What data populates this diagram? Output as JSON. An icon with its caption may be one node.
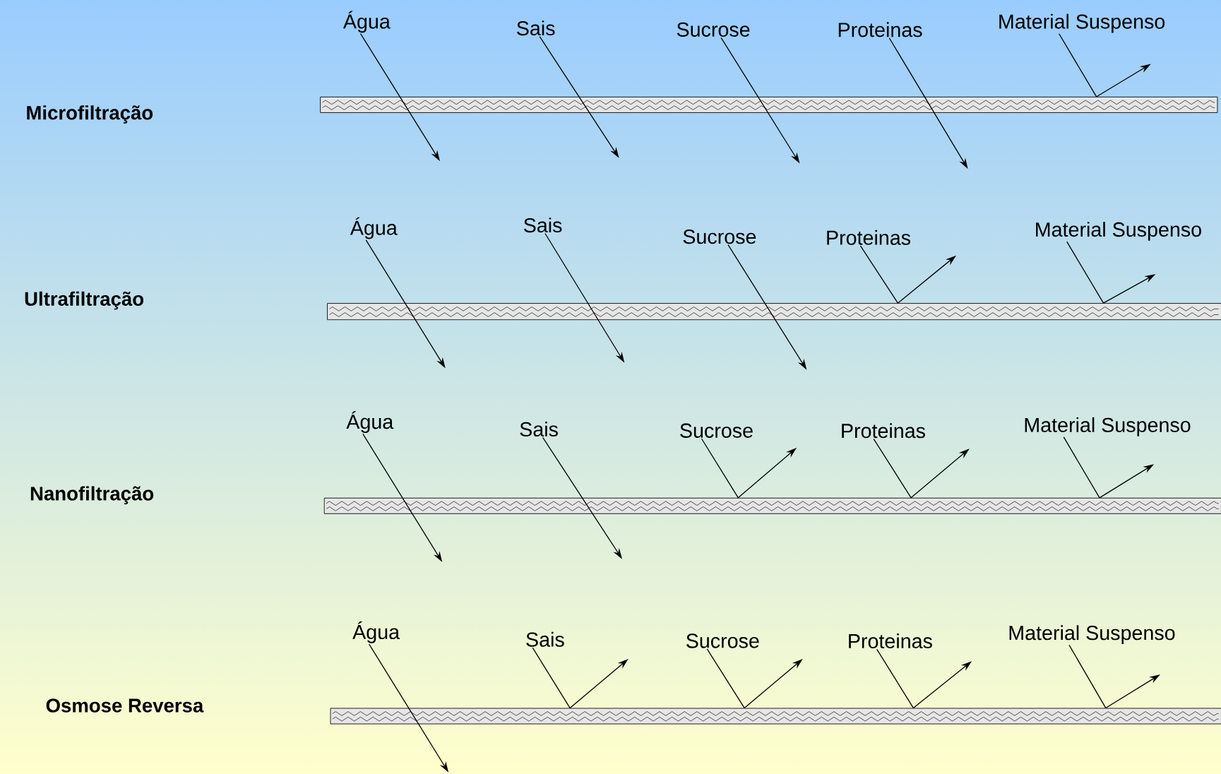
{
  "diagram": {
    "nodes": [
      {
        "text": [
          "Água"
        ]
      },
      {
        "text": [
          "Sais"
        ]
      },
      {
        "text": [
          "Sucrose"
        ]
      },
      {
        "text": [
          "Proteinas"
        ]
      },
      {
        "text": [
          "Material Suspenso"
        ]
      },
      {
        "text": [],
        "shape": "bar"
      },
      {
        "text": [
          "Água"
        ]
      },
      {
        "text": [
          "Sais"
        ]
      },
      {
        "text": [
          "Sucrose"
        ]
      },
      {
        "text": [
          "Proteinas"
        ]
      },
      {
        "text": [
          "Material Suspenso"
        ]
      },
      {
        "text": [],
        "shape": "bar"
      },
      {
        "text": [
          "Água"
        ]
      },
      {
        "text": [
          "Sais"
        ]
      },
      {
        "text": [
          "Sucrose"
        ]
      },
      {
        "text": [
          "Proteinas"
        ]
      },
      {
        "text": [
          "Material Suspenso"
        ]
      },
      {
        "text": [],
        "shape": "bar"
      },
      {
        "text": [
          "Água"
        ]
      },
      {
        "text": [
          "Sais"
        ]
      },
      {
        "text": [
          "Sucrose"
        ]
      },
      {
        "text": [
          "Proteinas"
        ]
      },
      {
        "text": [
          "Material Suspenso"
        ]
      },
      {
        "text": [],
        "shape": "bar"
      }
    ],
    "labels": [
      "Microfiltração",
      "Ultrafiltração",
      "Nanofiltração",
      "Osmose Reversa"
    ],
    "edges": [
      {
        "from": 0,
        "to": null,
        "arrow": "to"
      },
      {
        "from": 1,
        "to": null,
        "arrow": "to"
      },
      {
        "from": 2,
        "to": null,
        "arrow": "to"
      },
      {
        "from": 3,
        "to": null,
        "arrow": "to"
      },
      {
        "from": 4,
        "to": 5,
        "arrow": "none"
      },
      {
        "from": 5,
        "to": null,
        "arrow": "to"
      },
      {
        "from": 6,
        "to": null,
        "arrow": "to"
      },
      {
        "from": 7,
        "to": null,
        "arrow": "to"
      },
      {
        "from": 8,
        "to": null,
        "arrow": "to"
      },
      {
        "from": 9,
        "to": 11,
        "arrow": "none"
      },
      {
        "from": 11,
        "to": null,
        "arrow": "to"
      },
      {
        "from": 10,
        "to": 11,
        "arrow": "none"
      },
      {
        "from": 11,
        "to": null,
        "arrow": "to"
      },
      {
        "from": 12,
        "to": null,
        "arrow": "to"
      },
      {
        "from": 13,
        "to": null,
        "arrow": "to"
      },
      {
        "from": 14,
        "to": 17,
        "arrow": "none"
      },
      {
        "from": 17,
        "to": null,
        "arrow": "to"
      },
      {
        "from": 15,
        "to": 17,
        "arrow": "none"
      },
      {
        "from": 17,
        "to": null,
        "arrow": "to"
      },
      {
        "from": 16,
        "to": 17,
        "arrow": "none"
      },
      {
        "from": 17,
        "to": null,
        "arrow": "to"
      },
      {
        "from": 18,
        "to": null,
        "arrow": "to"
      },
      {
        "from": 19,
        "to": 23,
        "arrow": "none"
      },
      {
        "from": 23,
        "to": null,
        "arrow": "to"
      },
      {
        "from": 20,
        "to": 23,
        "arrow": "none"
      },
      {
        "from": 23,
        "to": null,
        "arrow": "to"
      },
      {
        "from": 21,
        "to": 23,
        "arrow": "none"
      },
      {
        "from": 23,
        "to": null,
        "arrow": "to"
      },
      {
        "from": 22,
        "to": 23,
        "arrow": "none"
      },
      {
        "from": 23,
        "to": null,
        "arrow": "to"
      }
    ]
  }
}
